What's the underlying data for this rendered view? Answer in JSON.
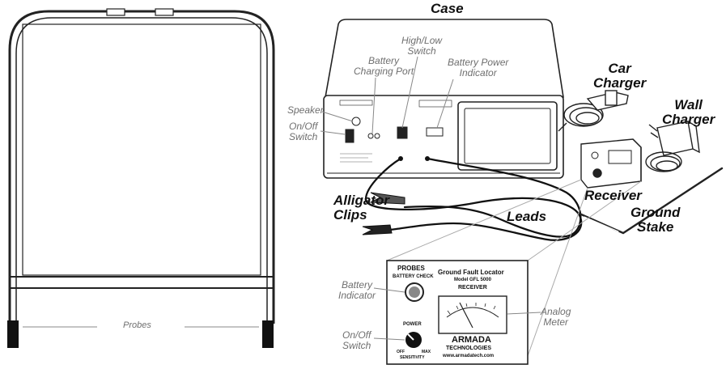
{
  "labels": {
    "case": "Case",
    "speaker": "Speaker",
    "on_off_switch": "On/Off\nSwitch",
    "battery_charging_port": "Battery\nCharging Port",
    "high_low_switch": "High/Low\nSwitch",
    "battery_power_indicator": "Battery Power\nIndicator",
    "car_charger": "Car\nCharger",
    "wall_charger": "Wall\nCharger",
    "receiver": "Receiver",
    "ground_stake": "Ground\nStake",
    "alligator_clips": "Alligator\nClips",
    "leads": "Leads",
    "probes": "Probes",
    "battery_indicator": "Battery\nIndicator",
    "on_off_switch_bottom": "On/Off\nSwitch",
    "analog_meter": "Analog\nMeter"
  },
  "panel": {
    "probes_heading": "PROBES",
    "battery_check": "BATTERY CHECK",
    "title": "Ground Fault Locator",
    "model": "Model GFL 5000",
    "receiver": "RECEIVER",
    "power": "POWER",
    "off": "OFF",
    "max": "MAX",
    "sensitivity": "SENSITIVITY",
    "brand": "ARMADA",
    "brand_sub": "TECHNOLOGIES",
    "website": "www.armadatech.com"
  }
}
